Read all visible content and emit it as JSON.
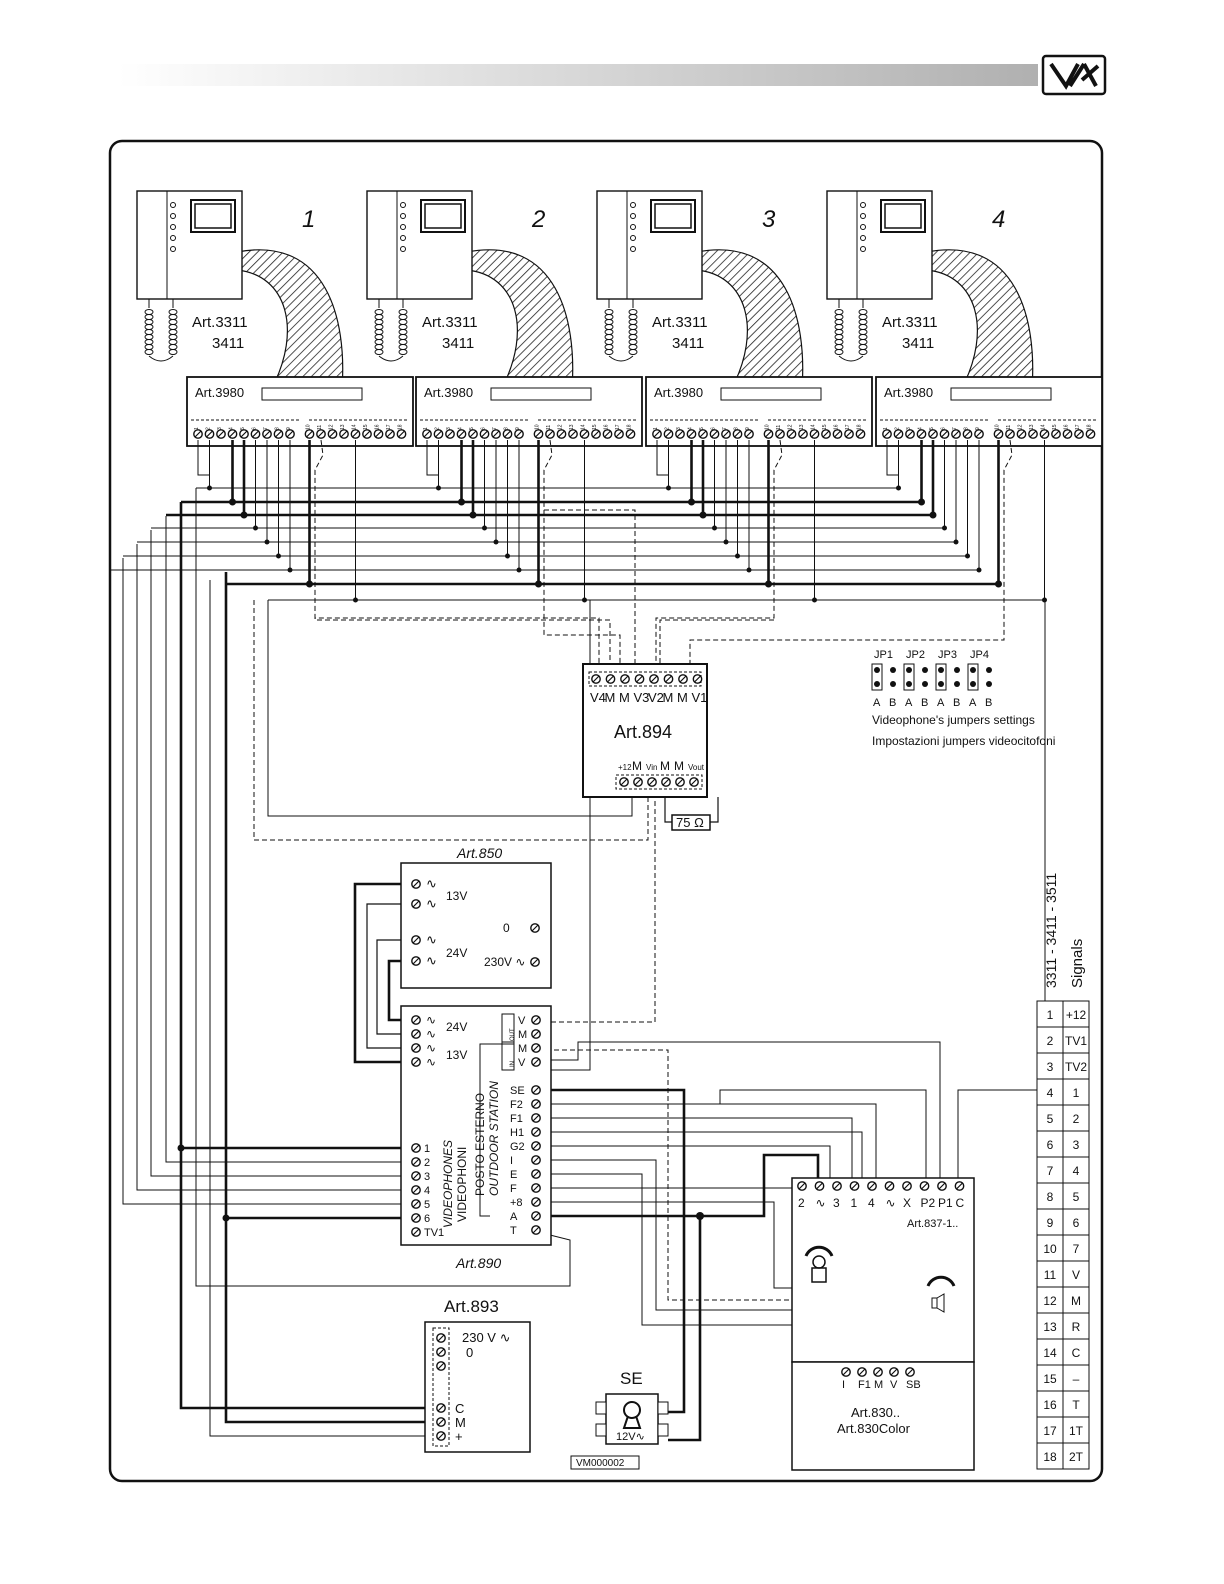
{
  "header": {
    "logo_text": "VX",
    "bar_gradient": [
      "#ffffff",
      "#b8b8b8"
    ]
  },
  "monitors": [
    {
      "number": "1",
      "art": "Art.3311",
      "art2": "3411",
      "interface": "Art.3980"
    },
    {
      "number": "2",
      "art": "Art.3311",
      "art2": "3411",
      "interface": "Art.3980"
    },
    {
      "number": "3",
      "art": "Art.3311",
      "art2": "3411",
      "interface": "Art.3980"
    },
    {
      "number": "4",
      "art": "Art.3311",
      "art2": "3411",
      "interface": "Art.3980"
    }
  ],
  "terminal_numbers": [
    "1",
    "2",
    "3",
    "4",
    "5",
    "6",
    "7",
    "8",
    "9",
    "10",
    "11",
    "12",
    "13",
    "14",
    "15",
    "16",
    "17",
    "18"
  ],
  "distributor": {
    "art": "Art.894",
    "top_terminals": [
      "V4",
      "M",
      "M",
      "V3",
      "V2",
      "M",
      "M",
      "V1"
    ],
    "bottom_terminals": [
      "+12",
      "M",
      "Vin",
      "M",
      "M",
      "Vout"
    ],
    "resistor": "75 Ω"
  },
  "jumpers": {
    "groups": [
      "JP1",
      "JP2",
      "JP3",
      "JP4"
    ],
    "positions": [
      "A",
      "B",
      "A",
      "B",
      "A",
      "B",
      "A",
      "B"
    ],
    "caption_en": "Videophone's jumpers settings",
    "caption_it": "Impostazioni jumpers videocitofoni"
  },
  "transformer": {
    "art": "Art.850",
    "rows": [
      "13V",
      "24V"
    ],
    "right_rows": [
      "0",
      "230V ∿"
    ]
  },
  "station": {
    "art": "Art.890",
    "top_labels": [
      "24V",
      "13V"
    ],
    "out_label": "OUT",
    "in_label": "IN",
    "out_terms": [
      "V",
      "M"
    ],
    "in_terms": [
      "M",
      "V"
    ],
    "right_terms": [
      "SE",
      "F2",
      "F1",
      "H1",
      "G2",
      "I",
      "E",
      "F",
      "+8",
      "A",
      "T"
    ],
    "left_terms": [
      "1",
      "2",
      "3",
      "4",
      "5",
      "6",
      "TV1"
    ],
    "vertical_it": "POSTO ESTERNO",
    "vertical_en": "OUTDOOR STATION",
    "vertical_it2": "VIDEOPHONES",
    "vertical_en2": "VIDEOPHONI"
  },
  "power_supply": {
    "art": "Art.893",
    "rows": [
      "230 V ∿",
      "0",
      "C",
      "M",
      "+"
    ]
  },
  "lock": {
    "title": "SE",
    "voltage": "12V∿"
  },
  "camera": {
    "art": "Art.837-1..",
    "terminals": [
      "2",
      "∿",
      "3",
      "1",
      "4",
      "∿",
      "X",
      "P2",
      "P1",
      "C"
    ]
  },
  "panel": {
    "art": "Art.830..",
    "art2": "Art.830Color",
    "terminals": [
      "I",
      "F1",
      "M",
      "V",
      "SB"
    ]
  },
  "code": "VM000002",
  "signals": {
    "title": "3311 - 3411 - 3511",
    "subtitle": "Signals",
    "rows": [
      [
        "1",
        "+12"
      ],
      [
        "2",
        "TV1"
      ],
      [
        "3",
        "TV2"
      ],
      [
        "4",
        "1"
      ],
      [
        "5",
        "2"
      ],
      [
        "6",
        "3"
      ],
      [
        "7",
        "4"
      ],
      [
        "8",
        "5"
      ],
      [
        "9",
        "6"
      ],
      [
        "10",
        "7"
      ],
      [
        "11",
        "V"
      ],
      [
        "12",
        "M"
      ],
      [
        "13",
        "R"
      ],
      [
        "14",
        "C"
      ],
      [
        "15",
        "–"
      ],
      [
        "16",
        "T"
      ],
      [
        "17",
        "1T"
      ],
      [
        "18",
        "2T"
      ]
    ]
  }
}
